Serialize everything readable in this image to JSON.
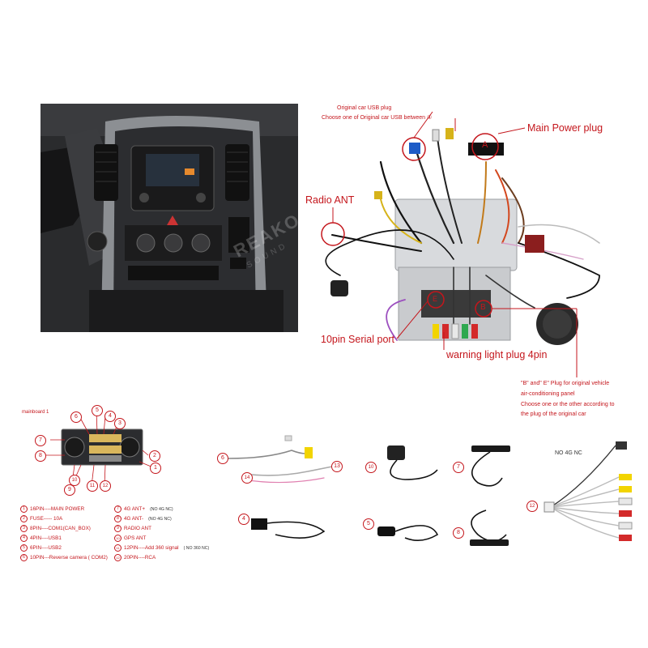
{
  "dashboard": {
    "brand_watermark": "REAKO",
    "brand_sub": "SOUND"
  },
  "harness": {
    "usb_plug": "Original car USB plug",
    "usb_choose": "Choose one of Original car USB between ④",
    "main_power": "Main Power plug",
    "radio_ant": "Radio ANT",
    "serial_port": "10pin  Serial port",
    "warning_plug": "warning light plug  4pin",
    "marker_a": "A",
    "marker_b": "B",
    "marker_e": "E",
    "be_note_1": "\"B\" and\" E\" Plug for original vehicle",
    "be_note_2": "air-conditioning panel",
    "be_note_3": "Choose one or the other according to",
    "be_note_4": "the plug of the original car"
  },
  "mainboard": {
    "title": "mainboard  1"
  },
  "legend": [
    {
      "n": "1",
      "text": "16PIN----MAIN POWER"
    },
    {
      "n": "2",
      "text": "FUSE----- 10A"
    },
    {
      "n": "3",
      "text": "8PIN----COM1(CAN_BOX)"
    },
    {
      "n": "4",
      "text": "4PIN----USB1"
    },
    {
      "n": "5",
      "text": "6PIN----USB2"
    },
    {
      "n": "6",
      "text": "10PIN---Reverse camera ( COM2)"
    },
    {
      "n": "7",
      "text": "4G ANT+",
      "note": "(NO 4G  NC)"
    },
    {
      "n": "8",
      "text": "4G ANT-",
      "note": "(NO 4G  NC)"
    },
    {
      "n": "9",
      "text": "RADIO  ANT"
    },
    {
      "n": "10",
      "text": "GPS  ANT"
    },
    {
      "n": "11",
      "text": "12PIN----Add 360 signal",
      "note": "( NO 360 NC)"
    },
    {
      "n": "12",
      "text": "20PIN----RCA"
    }
  ],
  "parts": {
    "no4g_label": "NO  4G  NC"
  },
  "colors": {
    "accent": "#c4161c",
    "rca_yellow": "#f2d400",
    "rca_red": "#d32a2a",
    "rca_white": "#e8e8e8",
    "rca_green": "#2fa84f"
  }
}
